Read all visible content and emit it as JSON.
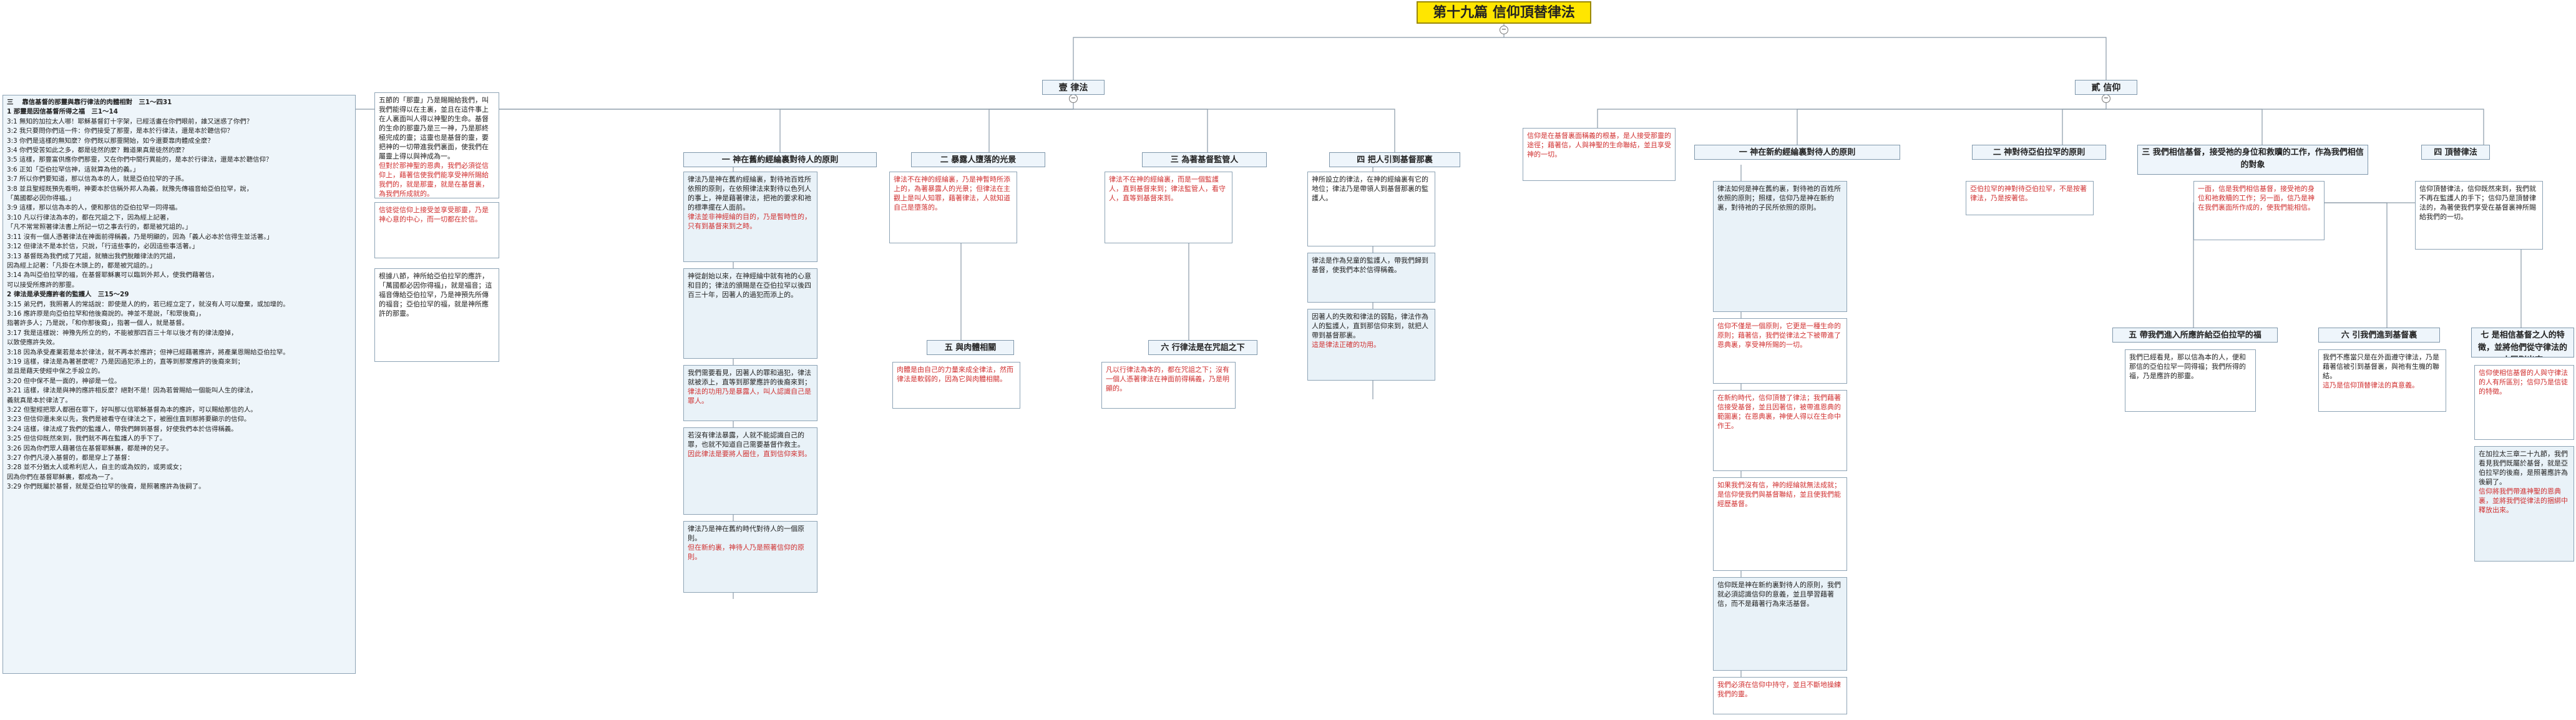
{
  "title": "第十九篇  信仰頂替律法",
  "main": {
    "law": "壹  律法",
    "faith": "貳  信仰"
  },
  "outline": [
    "三  　靠信基督的那靈與靠行律法的肉體相對　三1～四31",
    "1    那靈是因信基督所得之福　三1～14",
    "3:1    無知的加拉太人哪！耶穌基督釘十字架，已經活畫在你們眼前，誰又迷惑了你們？",
    "3:2    我只要問你們這一件：你們接受了那靈，是本於行律法，還是本於聽信仰？",
    "3:3    你們是這樣的無知麼？你們既以那靈開始，如今還要靠肉體成全麼？",
    "3:4    你們受苦如此之多，都是徒然的麼？難道果真是徒然的麼？",
    "3:5    這樣，那豐富供應你們那靈，又在你們中間行異能的，是本於行律法，還是本於聽信仰？",
    "3:6    正如「亞伯拉罕信神，這就算為他的義。」",
    "3:7    所以你們要知道，那以信為本的人，就是亞伯拉罕的子孫。",
    "3:8    並且聖經既預先看明，神要本於信稱外邦人為義，就豫先傳福音給亞伯拉罕，說，",
    "「萬國都必因你得福。」",
    "3:9    這樣，那以信為本的人，便和那信的亞伯拉罕一同得福。",
    "3:10    凡以行律法為本的，都在咒詛之下，因為經上記著，",
    "「凡不常常照著律法書上所記一切之事去行的，都是被咒詛的。」",
    "3:11    沒有一個人憑著律法在神面前得稱義，乃是明顯的，因為「義人必本於信得生並活著。」",
    "3:12    但律法不是本於信，只說，「行這些事的，必因這些事活著。」",
    "3:13    基督既為我們成了咒詛，就贖出我們脫離律法的咒詛，",
    "因為經上記著：「凡掛在木頭上的，都是被咒詛的。」",
    "3:14    為叫亞伯拉罕的福，在基督耶穌裏可以臨到外邦人，使我們藉著信，",
    "可以接受所應許的那靈。",
    "2    律法是承受應許者的監護人　三15～29",
    "3:15    弟兄們，我照著人的常話說：即使是人的約，若已經立定了，就沒有人可以廢棄，或加增的。",
    "3:16    應許原是向亞伯拉罕和他後裔說的。神並不是說，「和眾後裔」，",
    "指著許多人；乃是說，「和你那後裔」，指著一個人，就是基督。",
    "3:17    我是這樣說：神豫先所立的約，不能被那四百三十年以後才有的律法廢掉，",
    "以致使應許失效。",
    "3:18    因為承受產業若是本於律法，就不再本於應許；但神已經藉著應許，將產業恩賜給亞伯拉罕。",
    "3:19    這樣，律法是為著甚麼呢？乃是因過犯添上的，直等到那蒙應許的後裔來到；",
    "並且是藉天使經中保之手設立的。",
    "3:20    但中保不是一面的，神卻是一位。",
    "3:21    這樣，律法是與神的應許相反麼？絕對不是！因為若曾賜給一個能叫人生的律法，",
    "義就真是本於律法了。",
    "3:22    但聖經把眾人都圈在罪下，好叫那以信耶穌基督為本的應許，可以賜給那信的人。",
    "3:23    但信仰還未來以先，我們是被看守在律法之下，被圈住直到那將要顯示的信仰。",
    "3:24    這樣，律法成了我們的監護人，帶我們歸到基督，好使我們本於信得稱義。",
    "3:25    但信仰既然來到，我們就不再在監護人的手下了。",
    "3:26    因為你們眾人藉著信在基督耶穌裏，都是神的兒子。",
    "3:27    你們凡浸入基督的，都是穿上了基督：",
    "3:28    並不分猶太人或希利尼人，自主的或為奴的，或男或女；",
    "因為你們在基督耶穌裏，都成為一了。",
    "3:29    你們既屬於基督，就是亞伯拉罕的後裔，是照著應許為後嗣了。"
  ],
  "law_notes": {
    "intro_black": "五節的「那靈」乃是賜賜給我們，叫我們能得以在主裏，並且在這件事上在人裏面叫人得以神聖的生命。基督的生命的那靈乃是三一神，乃是那終極完成的靈；這靈也是基督的靈，要把神的一切帶進我們裏面，使我們在屬靈上得以與神成為一。",
    "intro_red": "但對於那神聖的恩典，我們必須從信仰上，藉著信使我們能享受神所賜給我們的，就是那靈，就是在基督裏，為我們所成就的。",
    "note2_red": "信徒從信仰上接受並享受那靈，乃是神心意的中心，而一切都在於信。",
    "note3": "根據八節，神所給亞伯拉罕的應許，「萬國都必因你得福」，就是福音；這福音傳給亞伯拉罕，乃是神預先所傳的福音；亞伯拉罕的福，就是神所應許的那靈。"
  },
  "law_subheads": {
    "a": "一  神在舊約經綸裏對待人的原則",
    "b": "二  暴露人墮落的光景",
    "c": "三  為著基督監管人",
    "d": "四  把人引到基督那裏",
    "e": "五  與肉體相關",
    "f": "六  行律法是在咒詛之下"
  },
  "law_a": {
    "main": "律法乃是神在舊約經綸裏，對待祂百姓所依照的原則，在依照律法來對待以色列人的事上，神是藉著律法，把祂的要求和祂的標準擺在人面前。",
    "red1": "律法並非神經綸的目的，乃是暫時性的，只有到基督來到之時。",
    "box2": "神從創始以來，在神經綸中就有祂的心意和目的；律法的頒賜是在亞伯拉罕以後四百三十年，因著人的過犯而添上的。",
    "box3": "我們需要看見，因著人的罪和過犯，律法就被添上，直等到那蒙應許的後裔來到；",
    "box3_red": "律法的功用乃是暴露人，叫人認識自己是罪人。",
    "box4": "若沒有律法暴露，人就不能認識自己的罪，也就不知道自己需要基督作救主。",
    "box4_red": "因此律法是要將人圈住，直到信仰來到。",
    "box5": "律法乃是神在舊約時代對待人的一個原則。",
    "box5_red": "但在新約裏，神待人乃是照著信仰的原則。"
  },
  "law_b": {
    "main_red": "律法不在神的經綸裏，乃是神暫時所添上的，為著暴露人的光景；但律法在主觀上是叫人知罪，藉著律法，人就知道自己是墮落的。"
  },
  "law_c": {
    "main_red": "律法不在神的經綸裏，而是一個監護人，直到基督來到；律法監管人，看守人，直等到基督來到。"
  },
  "law_d": {
    "main": "神所設立的律法，在神的經綸裏有它的地位；律法乃是帶領人到基督那裏的監護人。",
    "box2": "律法是作為兒童的監護人，帶我們歸到基督，使我們本於信得稱義。",
    "box3": "因著人的失敗和律法的弱點，律法作為人的監護人，直到那信仰來到，就把人帶到基督那裏。",
    "box3_red": "這是律法正確的功用。"
  },
  "law_e": {
    "main_red": "肉體是由自己的力量來成全律法，然而律法是軟弱的，因為它與肉體相關。"
  },
  "law_f": {
    "main_red": "凡以行律法為本的，都在咒詛之下；沒有一個人憑著律法在神面前得稱義，乃是明顯的。"
  },
  "faith_intro_red": "信仰是在基督裏面稱義的根基，是人接受那靈的途徑；藉著信，人與神聖的生命聯結，並且享受神的一切。",
  "faith_subheads": {
    "a": "一  神在新約經綸裏對待人的原則",
    "b": "二  神對待亞伯拉罕的原則",
    "c": "三  我們相信基督，接受祂的身位和救贖的工作，作為我們相信的對象",
    "d": "四  頂替律法",
    "e": "五  帶我們進入所應許給亞伯拉罕的福",
    "f": "六  引我們進到基督裏",
    "g": "七  是相信基督之人的特徵，並將他們從守律法的人區別出來"
  },
  "faith_a": {
    "main": "律法如何是神在舊約裏，對待祂的百姓所依照的原則；照樣，信仰乃是神在新約裏，對待祂的子民所依照的原則。",
    "red1": "信仰不僅是一個原則，它更是一種生命的原則；藉著信，我們從律法之下被帶進了恩典裏，享受神所賜的一切。",
    "red2": "在新約時代，信仰頂替了律法；我們藉著信接受基督，並且因著信，被帶進恩典的範圍裏；在恩典裏，神使人得以在生命中作王。",
    "red3": "如果我們沒有信，神的經綸就無法成就；是信仰使我們與基督聯結，並且使我們能經歷基督。",
    "box2": "信仰既是神在新約裏對待人的原則，我們就必須認識信仰的意義，並且學習藉著信，而不是藉著行為來活基督。",
    "red4": "我們必須在信仰中持守，並且不斷地操練我們的靈。"
  },
  "faith_b": {
    "main_red": "亞伯拉罕的神對待亞伯拉罕，不是按著律法，乃是按著信。"
  },
  "faith_c": {
    "main_red": "一面，信是我們相信基督，接受祂的身位和祂救贖的工作；另一面，信乃是神在我們裏面所作成的，使我們能相信。"
  },
  "faith_d": {
    "main": "信仰頂替律法，信仰既然來到，我們就不再在監護人的手下；信仰乃是頂替律法的，為著使我們享受在基督裏神所賜給我們的一切。"
  },
  "faith_e": {
    "main": "我們已經看見，那以信為本的人，便和那信的亞伯拉罕一同得福；我們所得的福，乃是應許的那靈。"
  },
  "faith_f": {
    "main": "我們不應當只是在外面遵守律法，乃是藉著信被引到基督裏，與祂有生機的聯結。",
    "red1": "這乃是信仰頂替律法的真意義。"
  },
  "faith_g": {
    "main_red": "信仰使相信基督的人與守律法的人有所區別；信仰乃是信徒的特徵。",
    "box2": "在加拉太三章二十九節，我們看見我們既屬於基督，就是亞伯拉罕的後裔，是照著應許為後嗣了。",
    "box2_red": "信仰將我們帶進神聖的恩典裏，並將我們從律法的捆綁中釋放出來。"
  }
}
